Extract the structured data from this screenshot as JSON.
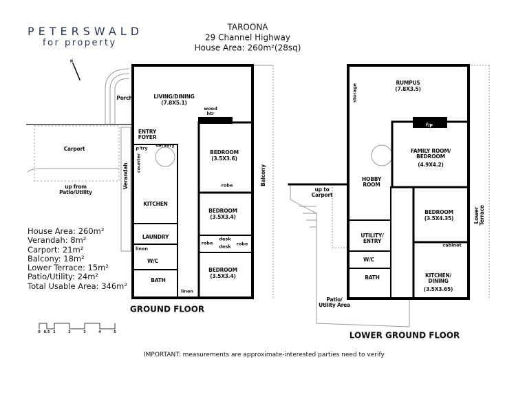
{
  "logo": {
    "name": "PETERSWALD",
    "tagline": "for property",
    "color": "#2a3550"
  },
  "header": {
    "suburb": "TAROONA",
    "address": "29 Channel Highway",
    "house_area": "House Area: 260m²(28sq)"
  },
  "compass": {
    "label": "N",
    "icon": "north-arrow-icon"
  },
  "areas": [
    "House Area: 260m²",
    "Verandah: 8m²",
    "Carport: 21m²",
    "Balcony: 18m²",
    "Lower Terrace: 15m²",
    "Patio/Utility: 24m²",
    "Total Usable Area: 346m²"
  ],
  "scale_bar": {
    "ticks": [
      "0",
      "0.5",
      "1",
      "2",
      "3",
      "4",
      "5"
    ]
  },
  "ground_floor": {
    "title": "GROUND FLOOR",
    "living": {
      "name": "LIVING/DINING",
      "size": "(7.8X5.1)"
    },
    "wood_heater": "wood htr",
    "porch": "Porch",
    "entry": "ENTRY FOYER",
    "pantry": "p'try",
    "servery": "servery",
    "counter": "counter",
    "verandah": "Verandah",
    "carport": "Carport",
    "up_from": "up from Patio/Utility",
    "kitchen": "KITCHEN",
    "laundry": "LAUNDRY",
    "linen1": "linen",
    "linen2": "linen",
    "wc": "W/C",
    "bath": "BATH",
    "balcony": "Balcony",
    "bedroom1": {
      "name": "BEDROOM",
      "size": "(3.5X3.6)"
    },
    "bedroom2": {
      "name": "BEDROOM",
      "size": "(3.5X3.4)"
    },
    "bedroom3": {
      "name": "BEDROOM",
      "size": "(3.5X3.4)"
    },
    "robe1": "robe",
    "robe2": "robe",
    "robe3": "robe",
    "desk1": "desk",
    "desk2": "desk"
  },
  "lower_floor": {
    "title": "LOWER GROUND FLOOR",
    "rumpus": {
      "name": "RUMPUS",
      "size": "(7.8X3.5)"
    },
    "storage": "storage",
    "fireplace": "f/p",
    "family": {
      "name": "FAMILY ROOM/ BEDROOM",
      "size": "(4.9X4.2)"
    },
    "hobby": "HOBBY ROOM",
    "up_to": "up to Carport",
    "bedroom": {
      "name": "BEDROOM",
      "size": "(3.5X4.35)"
    },
    "utility": "UTILITY/ ENTRY",
    "wc": "W/C",
    "bath": "BATH",
    "cabinet": "cabinet",
    "kitchen": {
      "name": "KITCHEN/ DINING",
      "size": "(3.5X3.65)"
    },
    "terrace": "Lower Terrace",
    "patio": "Patio/ Utility Area"
  },
  "note": "IMPORTANT: measurements are approximate-interested parties need to verify"
}
